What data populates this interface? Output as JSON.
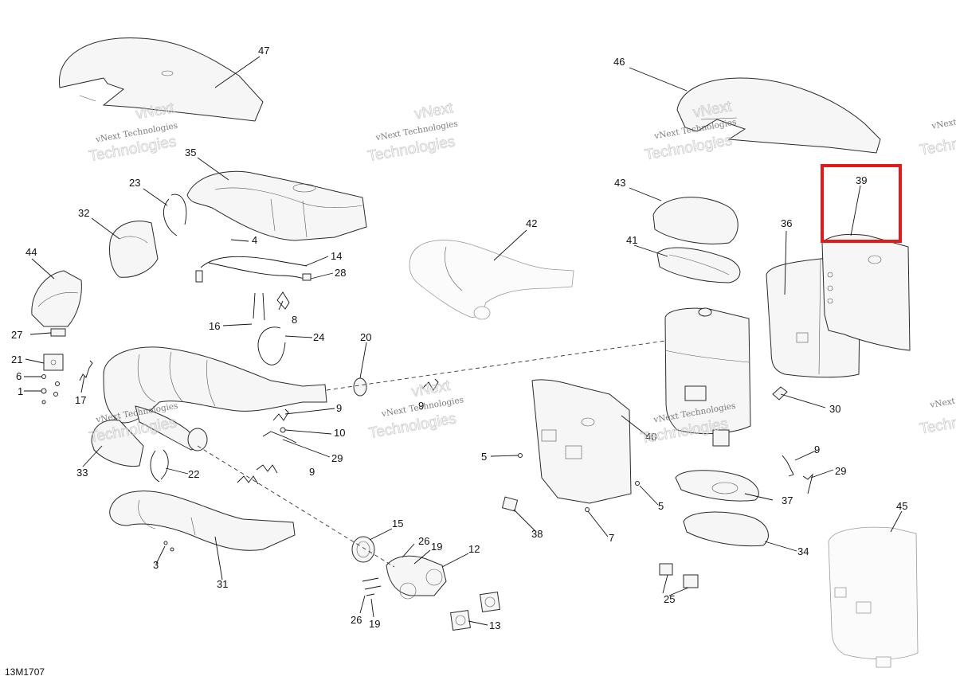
{
  "diagram_code": "13M1707",
  "highlight_color": "#e11b1b",
  "watermark": {
    "line1": "vNext Technologies",
    "line2": "vNext",
    "line3": "Technologies"
  },
  "callouts": [
    "47",
    "46",
    "35",
    "23",
    "32",
    "4",
    "14",
    "28",
    "44",
    "42",
    "43",
    "41",
    "36",
    "39",
    "8",
    "16",
    "24",
    "27",
    "21",
    "6",
    "1",
    "17",
    "20",
    "9",
    "10",
    "29",
    "33",
    "22",
    "40",
    "5",
    "7",
    "38",
    "37",
    "30",
    "31",
    "3",
    "15",
    "26",
    "19",
    "12",
    "13",
    "34",
    "45",
    "25"
  ]
}
